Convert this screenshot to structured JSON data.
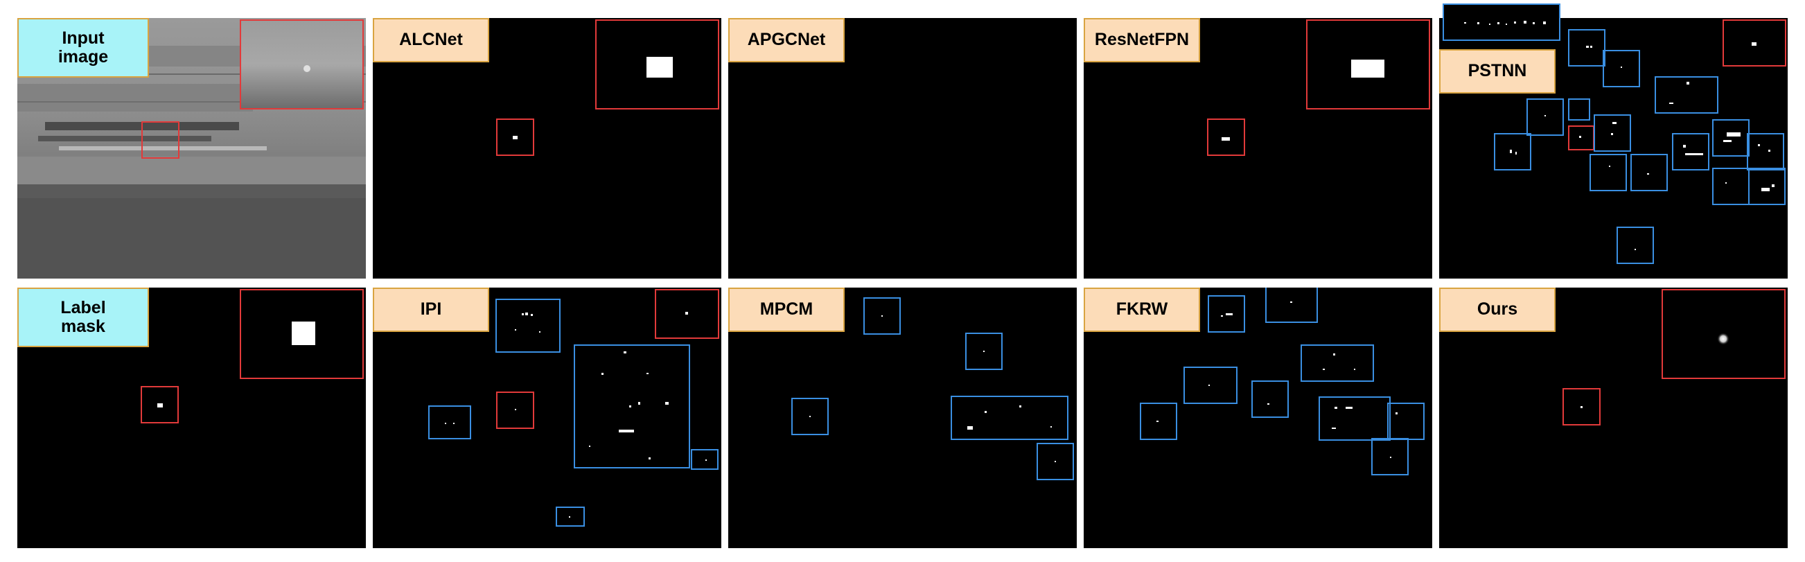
{
  "colors": {
    "panel_background": "#000000",
    "ground_truth_box": "#e23a3a",
    "false_alarm_box": "#3a8fe2",
    "label_background_image": "#a8f3f8",
    "label_background_method": "#fcdcb8",
    "label_border": "#d9a441"
  },
  "panels": [
    {
      "id": "input-image",
      "label": "Input\nimage"
    },
    {
      "id": "alcnet",
      "label": "ALCNet"
    },
    {
      "id": "apgcnet",
      "label": "APGCNet"
    },
    {
      "id": "resnetfpn",
      "label": "ResNetFPN"
    },
    {
      "id": "pstnn",
      "label": "PSTNN"
    },
    {
      "id": "label-mask",
      "label": "Label\nmask"
    },
    {
      "id": "ipi",
      "label": "IPI"
    },
    {
      "id": "mpcm",
      "label": "MPCM"
    },
    {
      "id": "fkrw",
      "label": "FKRW"
    },
    {
      "id": "ours",
      "label": "Ours"
    }
  ]
}
